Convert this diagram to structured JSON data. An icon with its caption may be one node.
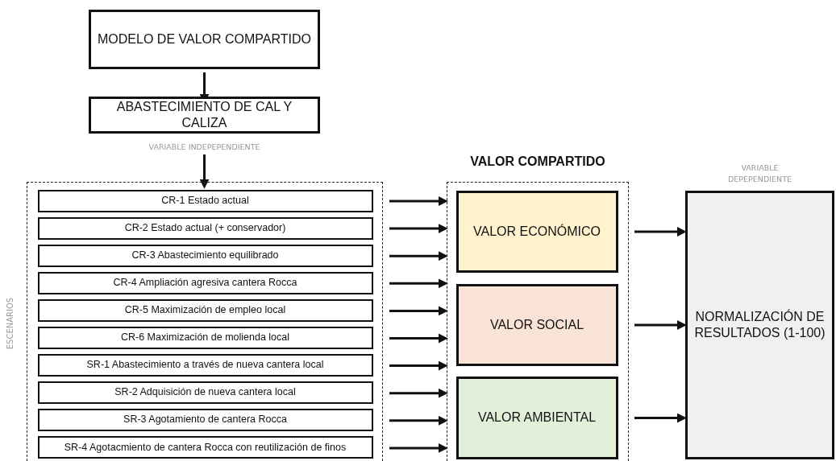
{
  "diagram": {
    "nodes": [
      {
        "text": [
          "MODELO DE VALOR COMPARTIDO"
        ]
      },
      {
        "text": [
          "ABASTECIMIENTO DE CAL Y CALIZA"
        ],
        "beside": [
          "VARIABLE INDEPEPENDIENTE"
        ]
      },
      {
        "text": [
          "ESCENARIOS"
        ]
      },
      {
        "text": [
          "CR-1 Estado actual"
        ],
        "in": 2
      },
      {
        "text": [
          "CR-2 Estado actual (+ conservador)"
        ],
        "in": 2
      },
      {
        "text": [
          "CR-3 Abastecimiento equilibrado"
        ],
        "in": 2
      },
      {
        "text": [
          "CR-4 Ampliación agresiva cantera Rocca"
        ],
        "in": 2
      },
      {
        "text": [
          "CR-5 Maximización de empleo local"
        ],
        "in": 2
      },
      {
        "text": [
          "CR-6 Maximización de molienda local"
        ],
        "in": 2
      },
      {
        "text": [
          "SR-1 Abastecimiento a través de nueva cantera local"
        ],
        "in": 2
      },
      {
        "text": [
          "SR-2 Adquisición de nueva cantera local"
        ],
        "in": 2
      },
      {
        "text": [
          "SR-3 Agotamiento de cantera Rocca"
        ],
        "in": 2
      },
      {
        "text": [
          "SR-4 Agotacmiento de cantera Rocca con reutilización de finos"
        ],
        "in": 2
      },
      {
        "text": [
          "VALOR COMPARTIDO"
        ]
      },
      {
        "text": [
          "VALOR ECONÓMICO"
        ],
        "in": 13
      },
      {
        "text": [
          "VALOR SOCIAL"
        ],
        "in": 13
      },
      {
        "text": [
          "VALOR AMBIENTAL"
        ],
        "in": 13
      },
      {
        "text": [
          "NORMALIZACIÓN DE RESULTADOS (1-100)"
        ],
        "beside": [
          "VARIABLE DEPEPENDIENTE"
        ]
      }
    ],
    "edges": [
      {
        "from": 0,
        "to": 1,
        "arrow": "to"
      },
      {
        "from": 1,
        "to": 2,
        "arrow": "to"
      },
      {
        "from": 3,
        "to": 13,
        "arrow": "to"
      },
      {
        "from": 4,
        "to": 13,
        "arrow": "to"
      },
      {
        "from": 5,
        "to": 13,
        "arrow": "to"
      },
      {
        "from": 6,
        "to": 13,
        "arrow": "to"
      },
      {
        "from": 7,
        "to": 13,
        "arrow": "to"
      },
      {
        "from": 8,
        "to": 13,
        "arrow": "to"
      },
      {
        "from": 9,
        "to": 13,
        "arrow": "to"
      },
      {
        "from": 10,
        "to": 13,
        "arrow": "to"
      },
      {
        "from": 11,
        "to": 13,
        "arrow": "to"
      },
      {
        "from": 12,
        "to": 13,
        "arrow": "to"
      },
      {
        "from": 14,
        "to": 17,
        "arrow": "to"
      },
      {
        "from": 15,
        "to": 17,
        "arrow": "to"
      },
      {
        "from": 16,
        "to": 17,
        "arrow": "to"
      }
    ]
  }
}
